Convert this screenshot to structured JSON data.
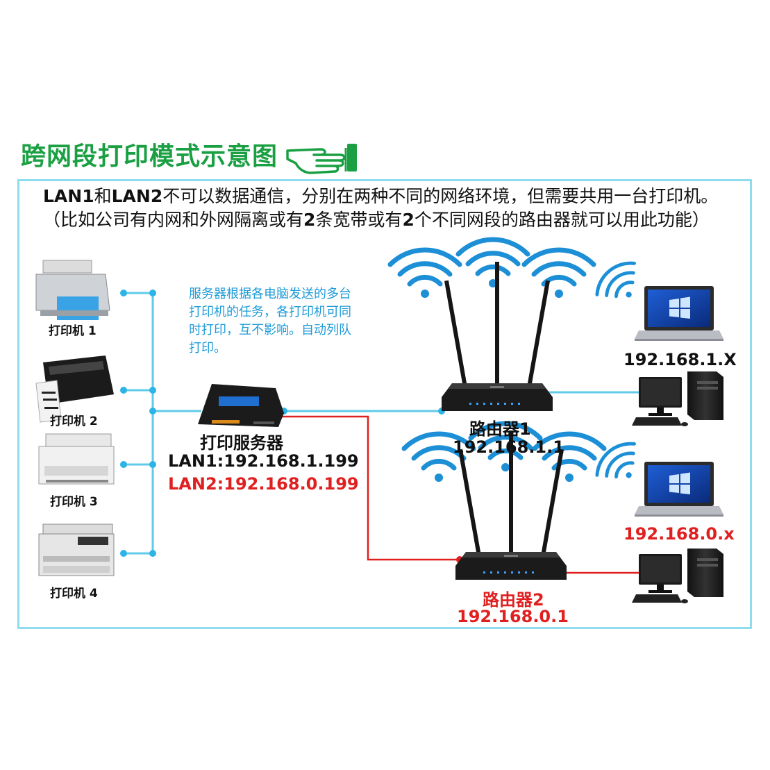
{
  "title": "跨网段打印模式示意图",
  "description": {
    "part1": "LAN1",
    "part2": "和",
    "part3": "LAN2",
    "part4": "不可以数据通信，分别在两种不同的网络环境，但需要共用一台打印机。（比如公司有内网和外网隔离或有",
    "part5": "2",
    "part6": "条宽带或有",
    "part7": "2",
    "part8": "个不同网段的路由器就可以用此功能）"
  },
  "note": "服务器根据各电脑发送的多台打印机的任务，各打印机可同时打印，互不影响。自动列队打印。",
  "printers": [
    "打印机 1",
    "打印机 2",
    "打印机 3",
    "打印机 4"
  ],
  "print_server": {
    "label": "打印服务器",
    "lan1": "LAN1:192.168.1.199",
    "lan2": "LAN2:192.168.0.199"
  },
  "router1": {
    "label": "路由器1",
    "ip": "192.168.1.1"
  },
  "router2": {
    "label": "路由器2",
    "ip": "192.168.0.1"
  },
  "network1_clients": "192.168.1.X",
  "network2_clients": "192.168.0.x",
  "colors": {
    "title": "#1aa043",
    "lan1_line": "#5fcbe8",
    "lan2_line": "#e02020",
    "frame": "#8fdcef",
    "note": "#1e9bd7"
  },
  "icons": [
    "hand-pointer-icon",
    "printer-icon",
    "print-server-icon",
    "router-icon",
    "wifi-icon",
    "laptop-icon",
    "desktop-pc-icon"
  ]
}
